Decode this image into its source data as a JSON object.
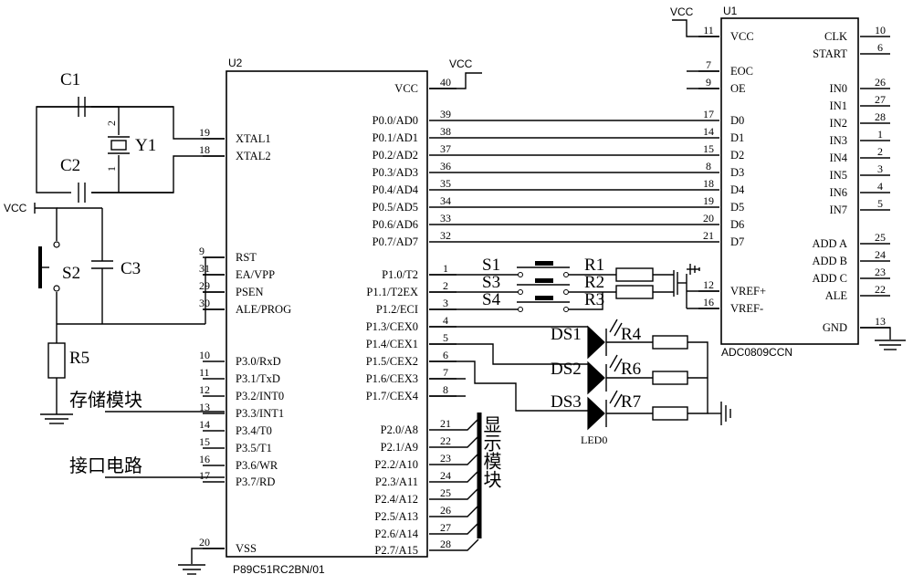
{
  "u2": {
    "ref": "U2",
    "part": "P89C51RC2BN/01",
    "left_pins": [
      {
        "num": "19",
        "label": "XTAL1"
      },
      {
        "num": "18",
        "label": "XTAL2"
      },
      {
        "num": "9",
        "label": "RST"
      },
      {
        "num": "31",
        "label": "EA/VPP"
      },
      {
        "num": "29",
        "label": "PSEN"
      },
      {
        "num": "30",
        "label": "ALE/PROG"
      },
      {
        "num": "10",
        "label": "P3.0/RxD"
      },
      {
        "num": "11",
        "label": "P3.1/TxD"
      },
      {
        "num": "12",
        "label": "P3.2/INT0"
      },
      {
        "num": "13",
        "label": "P3.3/INT1"
      },
      {
        "num": "14",
        "label": "P3.4/T0"
      },
      {
        "num": "15",
        "label": "P3.5/T1"
      },
      {
        "num": "16",
        "label": "P3.6/WR"
      },
      {
        "num": "17",
        "label": "P3.7/RD"
      },
      {
        "num": "20",
        "label": "VSS"
      }
    ],
    "right_pins": [
      {
        "num": "40",
        "label": "VCC"
      },
      {
        "num": "39",
        "label": "P0.0/AD0"
      },
      {
        "num": "38",
        "label": "P0.1/AD1"
      },
      {
        "num": "37",
        "label": "P0.2/AD2"
      },
      {
        "num": "36",
        "label": "P0.3/AD3"
      },
      {
        "num": "35",
        "label": "P0.4/AD4"
      },
      {
        "num": "34",
        "label": "P0.5/AD5"
      },
      {
        "num": "33",
        "label": "P0.6/AD6"
      },
      {
        "num": "32",
        "label": "P0.7/AD7"
      },
      {
        "num": "1",
        "label": "P1.0/T2"
      },
      {
        "num": "2",
        "label": "P1.1/T2EX"
      },
      {
        "num": "3",
        "label": "P1.2/ECI"
      },
      {
        "num": "4",
        "label": "P1.3/CEX0"
      },
      {
        "num": "5",
        "label": "P1.4/CEX1"
      },
      {
        "num": "6",
        "label": "P1.5/CEX2"
      },
      {
        "num": "7",
        "label": "P1.6/CEX3"
      },
      {
        "num": "8",
        "label": "P1.7/CEX4"
      },
      {
        "num": "21",
        "label": "P2.0/A8"
      },
      {
        "num": "22",
        "label": "P2.1/A9"
      },
      {
        "num": "23",
        "label": "P2.2/A10"
      },
      {
        "num": "24",
        "label": "P2.3/A11"
      },
      {
        "num": "25",
        "label": "P2.4/A12"
      },
      {
        "num": "26",
        "label": "P2.5/A13"
      },
      {
        "num": "27",
        "label": "P2.6/A14"
      },
      {
        "num": "28",
        "label": "P2.7/A15"
      }
    ]
  },
  "u1": {
    "ref": "U1",
    "part": "ADC0809CCN",
    "left_pins": [
      {
        "num": "11",
        "label": "VCC"
      },
      {
        "num": "7",
        "label": "EOC"
      },
      {
        "num": "9",
        "label": "OE"
      },
      {
        "num": "17",
        "label": "D0"
      },
      {
        "num": "14",
        "label": "D1"
      },
      {
        "num": "15",
        "label": "D2"
      },
      {
        "num": "8",
        "label": "D3"
      },
      {
        "num": "18",
        "label": "D4"
      },
      {
        "num": "19",
        "label": "D5"
      },
      {
        "num": "20",
        "label": "D6"
      },
      {
        "num": "21",
        "label": "D7"
      },
      {
        "num": "12",
        "label": "VREF+"
      },
      {
        "num": "16",
        "label": "VREF-"
      }
    ],
    "right_pins": [
      {
        "num": "10",
        "label": "CLK"
      },
      {
        "num": "6",
        "label": "START"
      },
      {
        "num": "26",
        "label": "IN0"
      },
      {
        "num": "27",
        "label": "IN1"
      },
      {
        "num": "28",
        "label": "IN2"
      },
      {
        "num": "1",
        "label": "IN3"
      },
      {
        "num": "2",
        "label": "IN4"
      },
      {
        "num": "3",
        "label": "IN5"
      },
      {
        "num": "4",
        "label": "IN6"
      },
      {
        "num": "5",
        "label": "IN7"
      },
      {
        "num": "25",
        "label": "ADD A"
      },
      {
        "num": "24",
        "label": "ADD B"
      },
      {
        "num": "23",
        "label": "ADD C"
      },
      {
        "num": "22",
        "label": "ALE"
      },
      {
        "num": "13",
        "label": "GND"
      }
    ]
  },
  "components": {
    "c1": "C1",
    "c2": "C2",
    "c3": "C3",
    "y1": "Y1",
    "y1_pin_top": "2",
    "y1_pin_bottom": "1",
    "s1": "S1",
    "s2": "S2",
    "s3": "S3",
    "s4": "S4",
    "r1": "R1",
    "r2": "R2",
    "r3": "R3",
    "r4": "R4",
    "r5": "R5",
    "r6": "R6",
    "r7": "R7",
    "ds1": "DS1",
    "ds2": "DS2",
    "ds3": "DS3",
    "led": "LED0"
  },
  "power": {
    "vcc": "VCC"
  },
  "labels": {
    "storage": "存储模块",
    "interface": "接口电路",
    "display": "显示模块"
  }
}
